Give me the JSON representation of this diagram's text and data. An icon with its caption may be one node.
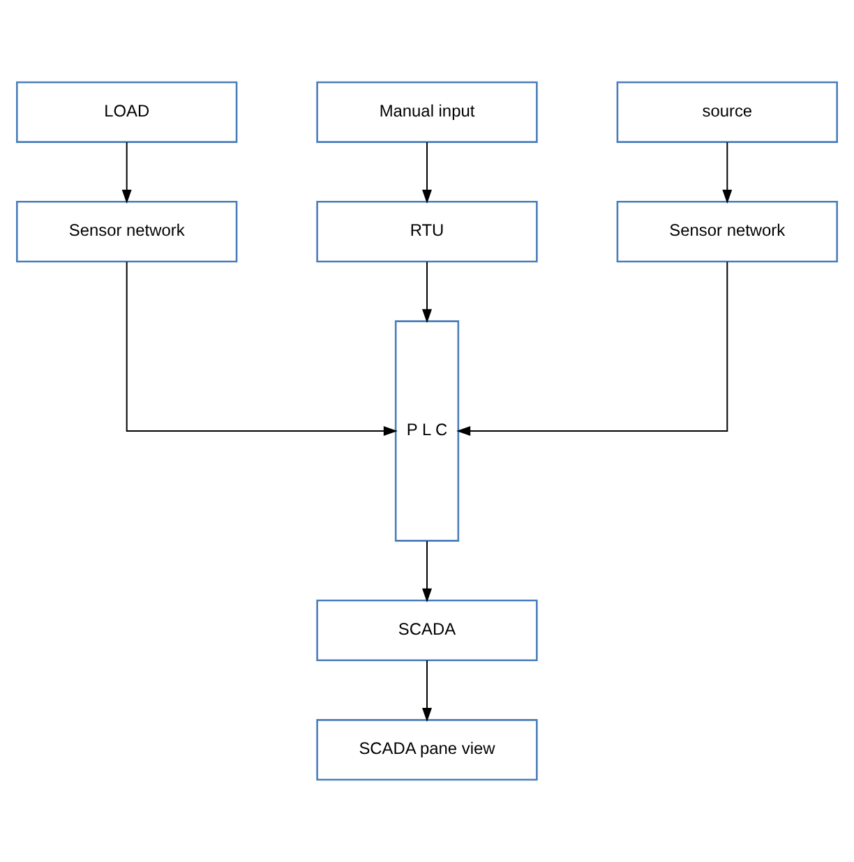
{
  "diagram": {
    "nodes": [
      {
        "text": [
          "LOAD"
        ]
      },
      {
        "text": [
          "Manual input"
        ]
      },
      {
        "text": [
          "Sensor network"
        ]
      },
      {
        "text": [
          "RTU"
        ]
      },
      {
        "text": [
          "P L C"
        ]
      },
      {
        "text": [
          "Sensor network"
        ]
      },
      {
        "text": [
          "SCADA"
        ]
      },
      {
        "text": [
          "source"
        ]
      },
      {
        "text": [
          "SCADA pane view"
        ]
      }
    ],
    "edges": [
      {
        "from": 0,
        "to": 2,
        "arrow": "to"
      },
      {
        "from": 1,
        "to": 3,
        "arrow": "to"
      },
      {
        "from": 2,
        "to": 4,
        "arrow": "to"
      },
      {
        "from": 3,
        "to": 4,
        "arrow": "to"
      },
      {
        "from": 5,
        "to": 4,
        "arrow": "to"
      },
      {
        "from": 4,
        "to": 6,
        "arrow": "to"
      },
      {
        "from": 7,
        "to": 5,
        "arrow": "to"
      },
      {
        "from": 6,
        "to": 8,
        "arrow": "to"
      }
    ]
  }
}
